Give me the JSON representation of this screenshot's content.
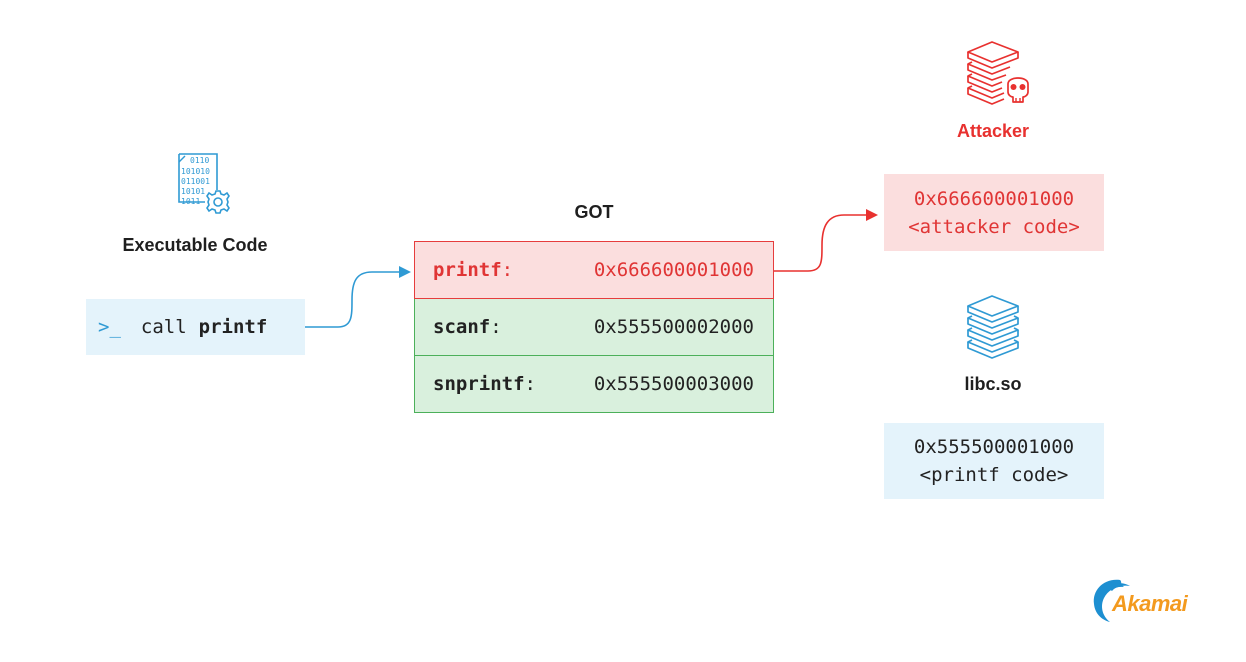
{
  "executable": {
    "title": "Executable Code",
    "icon": "binary-file-gear-icon",
    "binary_lines": [
      "0110",
      "101010",
      "011001",
      "10101",
      "1011"
    ],
    "prompt_symbol": ">_",
    "call_keyword": "call",
    "call_function": "printf"
  },
  "got": {
    "title": "GOT",
    "rows": [
      {
        "name": "printf",
        "colon": ":",
        "address": "0x666600001000",
        "status": "hijacked"
      },
      {
        "name": "scanf",
        "colon": ":",
        "address": "0x555500002000",
        "status": "normal"
      },
      {
        "name": "snprintf",
        "colon": ":",
        "address": "0x555500003000",
        "status": "normal"
      }
    ]
  },
  "attacker": {
    "title": "Attacker",
    "icon": "books-skull-icon",
    "address": "0x666600001000",
    "code_label": "<attacker code>"
  },
  "libc": {
    "title": "libc.so",
    "icon": "books-stack-icon",
    "address": "0x555500001000",
    "code_label": "<printf code>"
  },
  "logo": {
    "text": "Akamai"
  },
  "colors": {
    "red": "#e8312f",
    "blue": "#2f9ad4",
    "green": "#4cb05a",
    "light_red": "#fbdede",
    "light_blue": "#e4f3fb",
    "light_green": "#d9f0dd",
    "logo_orange": "#f39a1e"
  }
}
